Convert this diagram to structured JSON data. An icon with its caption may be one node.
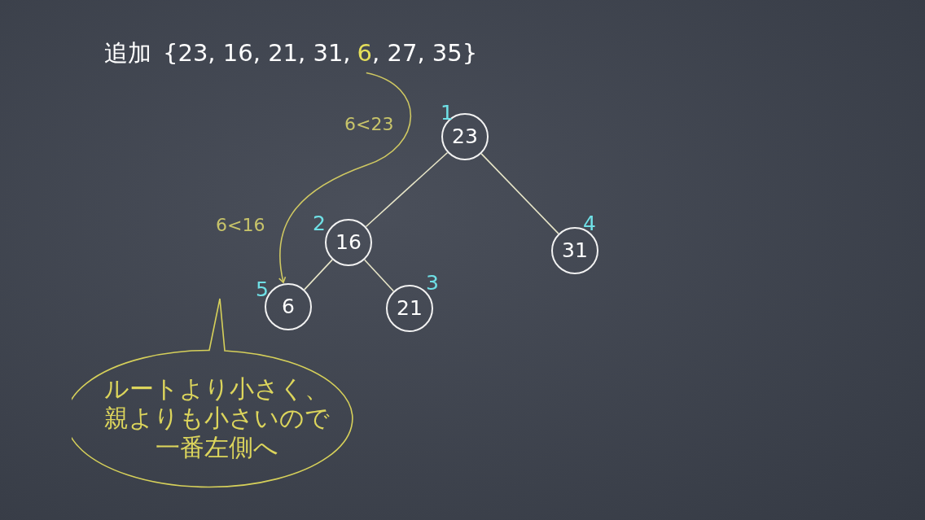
{
  "diagram": {
    "title": "追加",
    "nodes": [
      {
        "text": [
          "6"
        ]
      },
      {
        "text": [
          "23"
        ],
        "beside": [
          "1"
        ]
      },
      {
        "text": [
          "16"
        ],
        "beside": [
          "2"
        ]
      },
      {
        "text": [
          "31"
        ],
        "beside": [
          "4"
        ]
      },
      {
        "text": [
          "6"
        ],
        "beside": [
          "5"
        ]
      },
      {
        "text": [
          "21"
        ],
        "beside": [
          "3"
        ]
      },
      {
        "text": [
          "ルートより小さく、親よりも小さいので一番左側へ"
        ]
      }
    ],
    "edges": [
      {
        "from": 1,
        "to": 2,
        "arrow": "none"
      },
      {
        "from": 1,
        "to": 3,
        "arrow": "none"
      },
      {
        "from": 2,
        "to": 4,
        "arrow": "none"
      },
      {
        "from": 2,
        "to": 5,
        "arrow": "none"
      },
      {
        "from": 0,
        "to": 4,
        "arrow": "to",
        "color": "#cfc862"
      }
    ],
    "labels": [
      "{23, 16, 21, 31,",
      ", 27, 35}",
      "6<23",
      "6<16"
    ]
  }
}
